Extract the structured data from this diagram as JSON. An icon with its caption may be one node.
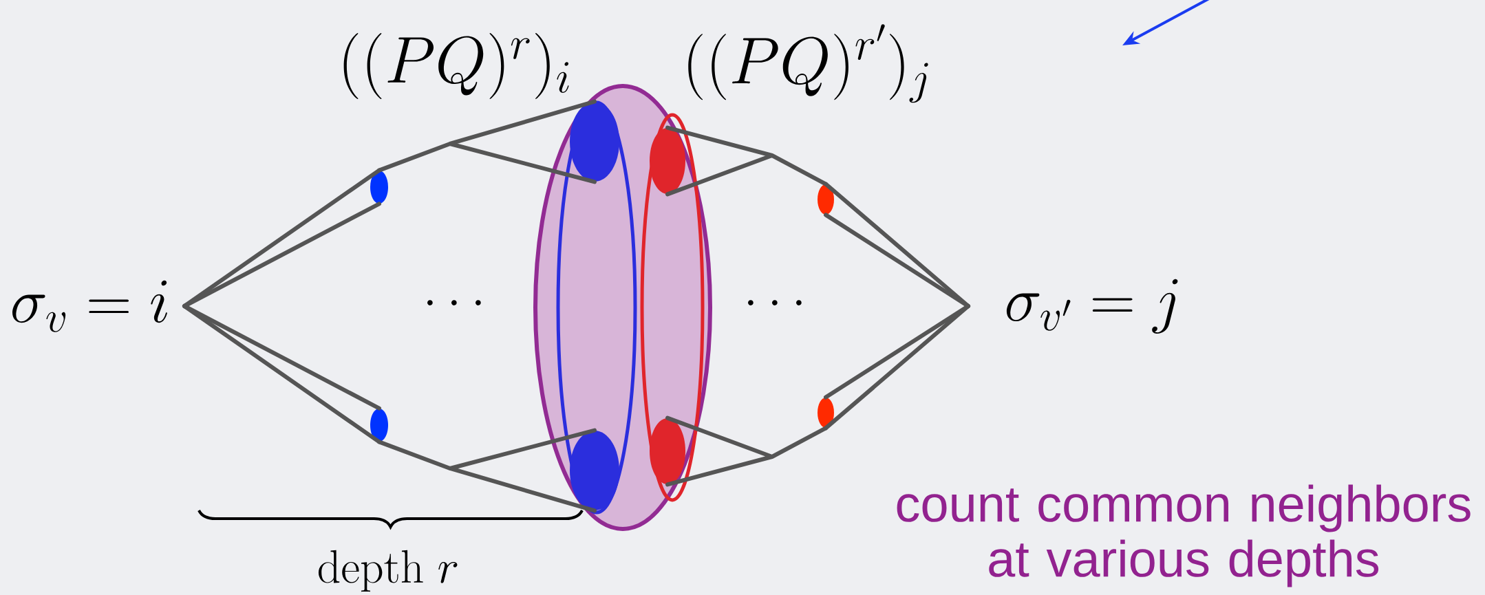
{
  "diagram": {
    "nodes": [
      {
        "text": [
          "\\sigma_v = i"
        ]
      },
      {
        "text": [],
        "shape": "ellipse"
      },
      {
        "text": [],
        "shape": "ellipse"
      },
      {
        "text": [],
        "shape": "ellipse"
      },
      {
        "text": [],
        "shape": "ellipse",
        "in": 3
      },
      {
        "text": [],
        "shape": "ellipse",
        "in": 4
      },
      {
        "text": [],
        "shape": "ellipse",
        "in": 4
      },
      {
        "text": [],
        "shape": "ellipse",
        "in": 3
      },
      {
        "text": [],
        "shape": "ellipse",
        "in": 7
      },
      {
        "text": [],
        "shape": "ellipse",
        "in": 7
      },
      {
        "text": [],
        "shape": "ellipse"
      },
      {
        "text": [],
        "shape": "ellipse"
      },
      {
        "text": [
          "\\sigma_{v'} = j"
        ]
      }
    ],
    "edges": [
      {
        "from": 0,
        "to": 1,
        "arrow": "none"
      },
      {
        "from": 0,
        "to": 1,
        "arrow": "none"
      },
      {
        "from": 0,
        "to": 2,
        "arrow": "none"
      },
      {
        "from": 0,
        "to": 2,
        "arrow": "none"
      },
      {
        "from": 1,
        "to": 5,
        "arrow": "none"
      },
      {
        "from": 2,
        "to": 6,
        "arrow": "none"
      },
      {
        "from": 8,
        "to": 10,
        "arrow": "none"
      },
      {
        "from": 9,
        "to": 11,
        "arrow": "none"
      },
      {
        "from": 10,
        "to": 12,
        "arrow": "none"
      },
      {
        "from": 10,
        "to": 12,
        "arrow": "none"
      },
      {
        "from": 11,
        "to": 12,
        "arrow": "none"
      },
      {
        "from": 11,
        "to": 12,
        "arrow": "none"
      }
    ],
    "labels": [
      "((PQ)^{r})_{i}",
      "((PQ)^{r'})_{j}",
      "\\ldots",
      "\\ldots",
      "\\mathrm{depth}\\ r",
      "count common neighbors at various depths"
    ]
  }
}
